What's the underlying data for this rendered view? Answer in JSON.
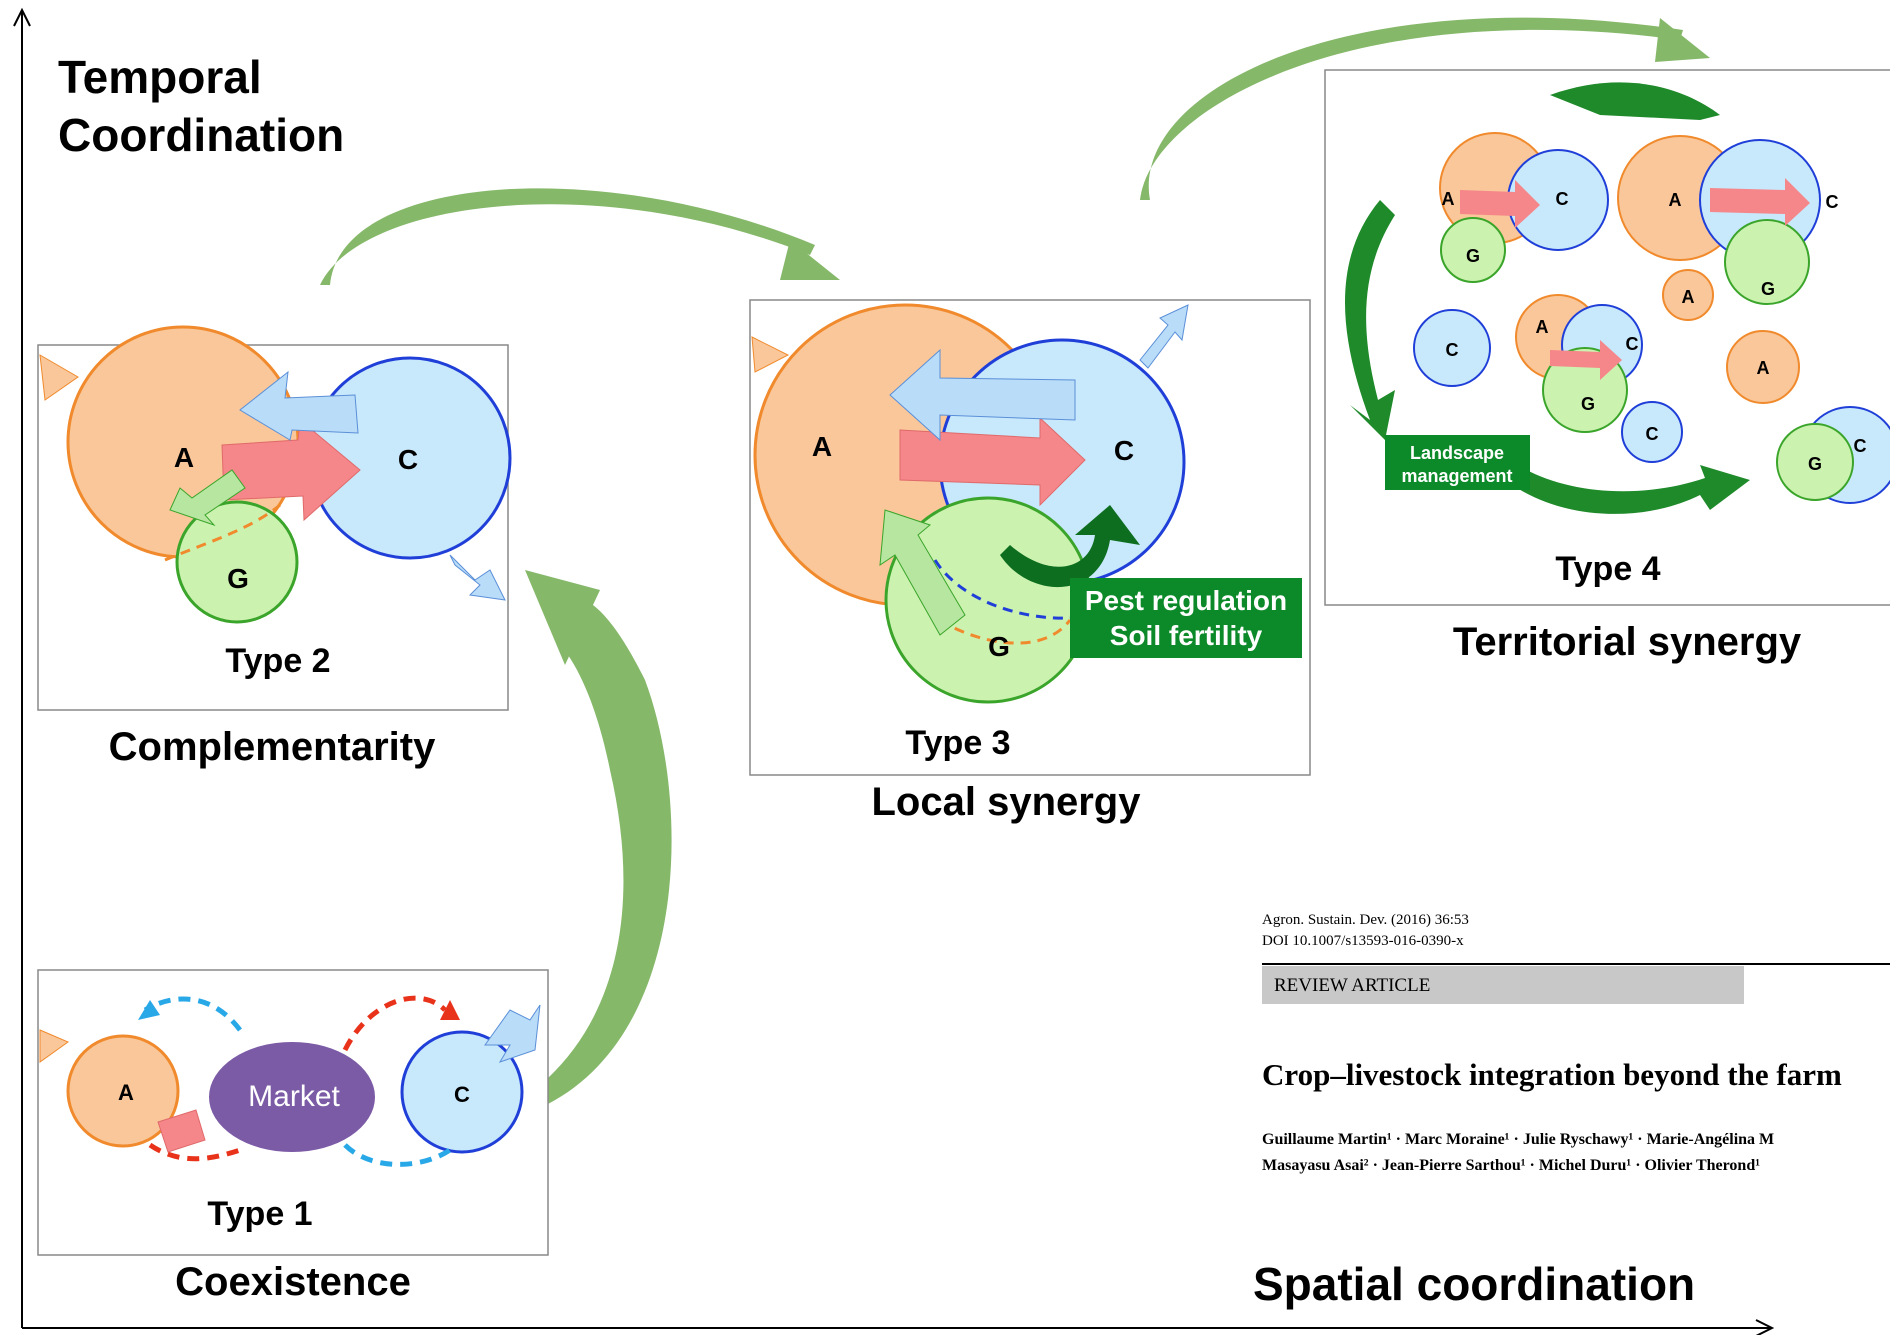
{
  "axes": {
    "y_label": "Temporal\nCoordination",
    "x_label": "Spatial coordination"
  },
  "panels": [
    {
      "type_label": "Type 1",
      "caption": "Coexistence",
      "nodes": {
        "a": "A",
        "c": "C",
        "market": "Market"
      }
    },
    {
      "type_label": "Type 2",
      "caption": "Complementarity",
      "nodes": {
        "a": "A",
        "c": "C",
        "g": "G"
      }
    },
    {
      "type_label": "Type 3",
      "caption": "Local synergy",
      "nodes": {
        "a": "A",
        "c": "C",
        "g": "G"
      },
      "box_text": [
        "Pest regulation",
        "Soil fertility"
      ]
    },
    {
      "type_label": "Type 4",
      "caption": "Territorial synergy",
      "nodes": {
        "a": "A",
        "c": "C",
        "g": "G"
      },
      "box_text": [
        "Landscape",
        "management"
      ]
    }
  ],
  "paper": {
    "journal": "Agron. Sustain. Dev.  (2016) 36:53",
    "doi": "DOI 10.1007/s13593-016-0390-x",
    "section": "REVIEW ARTICLE",
    "title": "Crop–livestock integration beyond the farm",
    "authors_line1": "Guillaume Martin¹ · Marc Moraine¹ · Julie Ryschawy¹ · Marie-Angélina M",
    "authors_line2": "Masayasu Asai² · Jean-Pierre Sarthou¹ · Michel Duru¹ · Olivier Therond¹"
  },
  "colors": {
    "animal_fill": "#f9c79a",
    "animal_stroke": "#f08a2c",
    "crop_fill": "#c8e8fb",
    "crop_stroke": "#1f3fd8",
    "grass_fill": "#ccf2b0",
    "grass_stroke": "#3aa52a",
    "market": "#7b5aa6",
    "flow_red": "#f5868a",
    "flow_blue": "#b9dcf8",
    "flow_green": "#b6e6a0",
    "dark_green": "#0c8a2a",
    "progress_arrow": "#86b86a"
  }
}
